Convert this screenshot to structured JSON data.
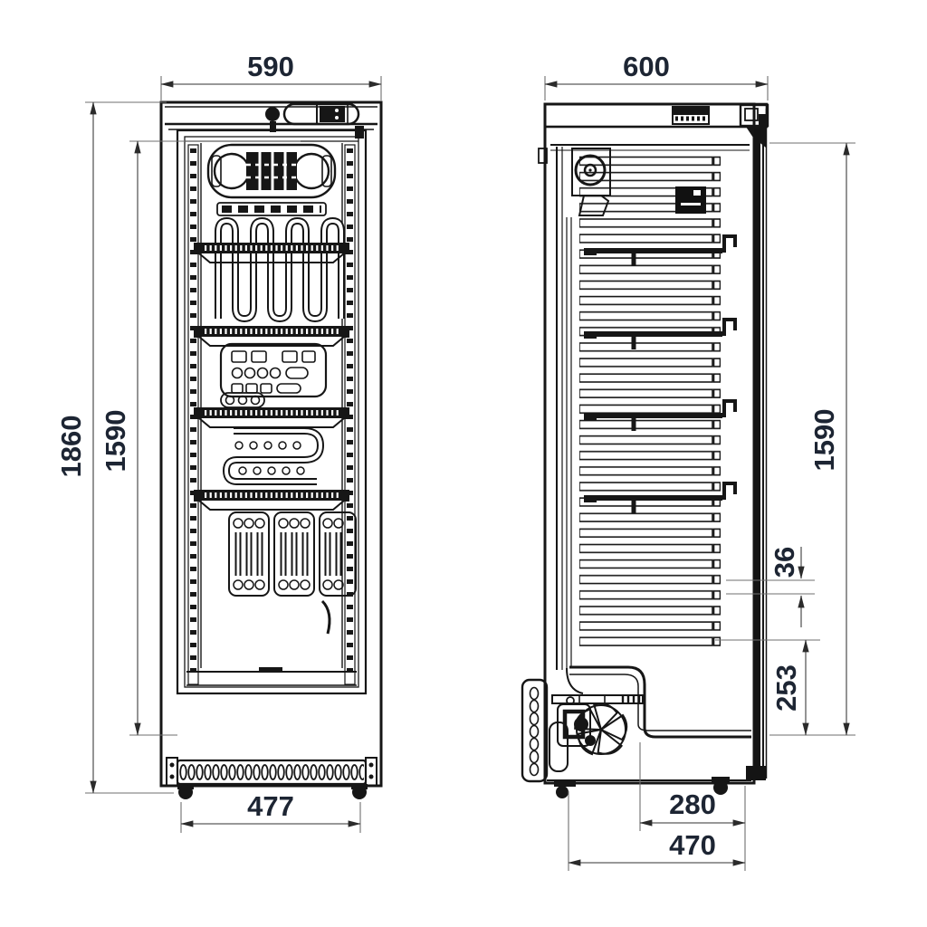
{
  "drawing": {
    "description": "Upright cooler technical drawing, front and side elevation with dimensions",
    "colors": {
      "line": "#161616",
      "dimension_line": "#5a5a5a",
      "dimension_text": "#1d2533",
      "background": "#ffffff"
    }
  },
  "dimensions": {
    "front": {
      "top_width": "590",
      "overall_height": "1860",
      "interior_height": "1590",
      "base_width": "477"
    },
    "side": {
      "top_depth": "600",
      "interior_height": "1590",
      "shelf_gap": "36",
      "base_recess_height": "253",
      "recess_depth": "280",
      "base_depth": "470"
    }
  }
}
